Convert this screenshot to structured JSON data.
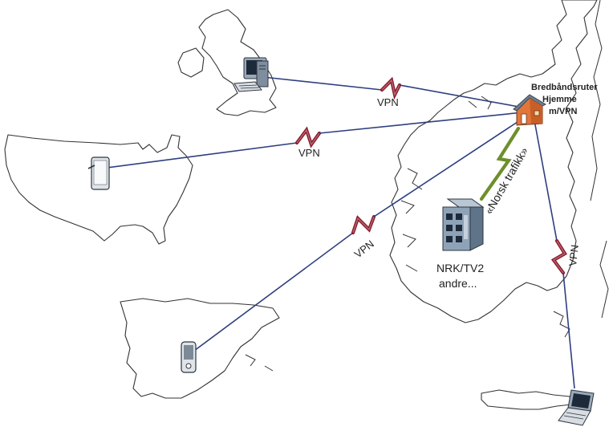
{
  "colors": {
    "link_line": "#2e3f7f",
    "vpn_bolt": "#8b1a2b",
    "local_bolt": "#6e8f2c",
    "house_wall": "#e2763a",
    "house_roof": "#6f7f8e",
    "server_body": "#7f95ad",
    "map_stroke": "#333333"
  },
  "icons": {
    "home_router": "house-icon",
    "uk_device": "desktop-computer-icon",
    "us_device": "tablet-icon",
    "spain_device": "mobile-phone-icon",
    "crete_device": "laptop-icon",
    "content_server": "server-building-icon"
  },
  "labels": {
    "router_line1": "Bredbåndsruter",
    "router_line2": "Hjemme",
    "router_line3": "m/VPN",
    "vpn_uk": "VPN",
    "vpn_us": "VPN",
    "vpn_spain": "VPN",
    "vpn_crete": "VPN",
    "norsk_trafikk": "«Norsk trafikk»",
    "server_line1": "NRK/TV2",
    "server_line2": "andre..."
  }
}
